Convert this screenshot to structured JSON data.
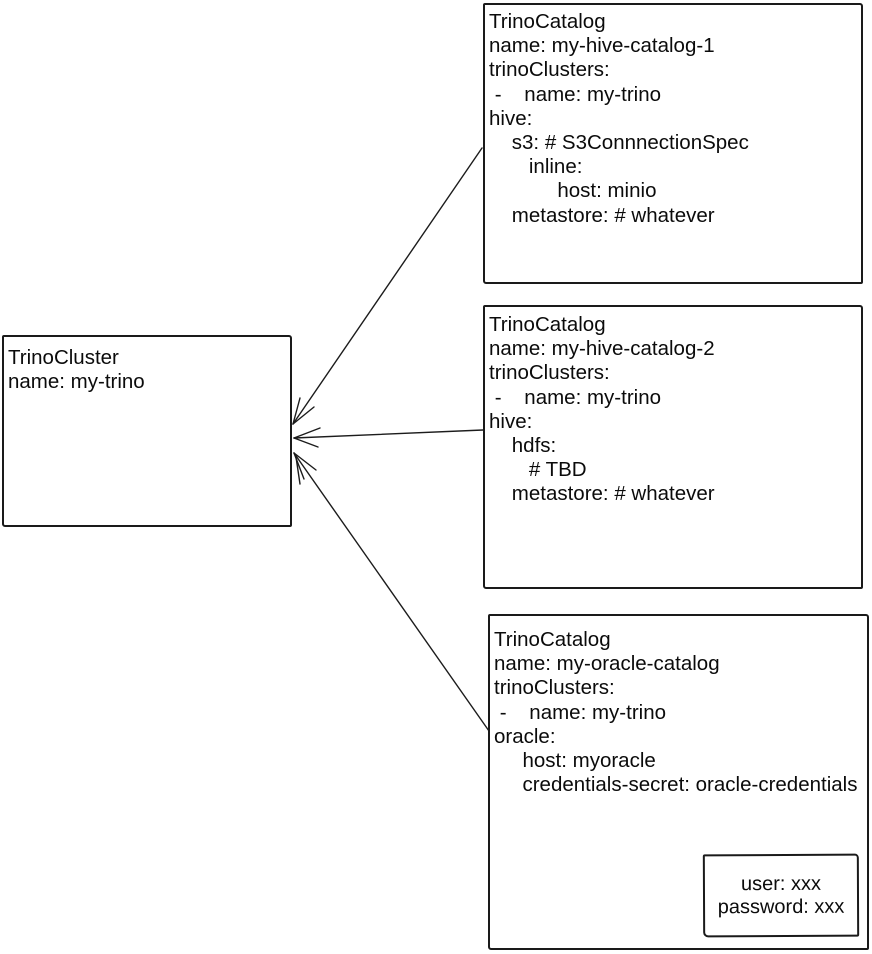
{
  "diagram": {
    "cluster_box": {
      "lines": [
        "TrinoCluster",
        "name: my-trino"
      ]
    },
    "catalogs": [
      {
        "id": "my-hive-catalog-1",
        "lines": [
          "TrinoCatalog",
          "name: my-hive-catalog-1",
          "trinoClusters:",
          " -    name: my-trino",
          "hive:",
          "    s3: # S3ConnnectionSpec",
          "       inline:",
          "            host: minio",
          "    metastore: # whatever"
        ]
      },
      {
        "id": "my-hive-catalog-2",
        "lines": [
          "TrinoCatalog",
          "name: my-hive-catalog-2",
          "trinoClusters:",
          " -    name: my-trino",
          "hive:",
          "    hdfs:",
          "       # TBD",
          "    metastore: # whatever"
        ]
      },
      {
        "id": "my-oracle-catalog",
        "lines": [
          "TrinoCatalog",
          "name: my-oracle-catalog",
          "trinoClusters:",
          " -    name: my-trino",
          "oracle:",
          "     host: myoracle",
          "     credentials-secret: oracle-credentials"
        ]
      }
    ],
    "secret_box": {
      "lines": [
        "user: xxx",
        "password: xxx"
      ]
    },
    "colors": {
      "stroke": "#1c1c1c",
      "text": "#0b0b0b",
      "background": "#ffffff"
    }
  }
}
